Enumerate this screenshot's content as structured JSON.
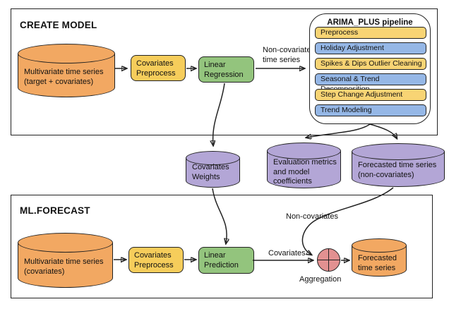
{
  "colors": {
    "orange": "#F2A862",
    "yellow": "#F6CD5B",
    "yellowrow": "#F8D474",
    "green": "#93C47D",
    "purple": "#B3A6D6",
    "blue": "#95B7E6",
    "red": "#E29191"
  },
  "create_model": {
    "title": "CREATE MODEL",
    "input_db": "Multivariate time series\n(target + covariates)",
    "preprocess": "Covariates\nPreprocess",
    "regression": "Linear\nRegression",
    "arrow_label": "Non-covariates\ntime series",
    "pipeline": {
      "title": "ARIMA_PLUS pipeline",
      "steps": [
        {
          "label": "Preprocess",
          "color": "yellow"
        },
        {
          "label": "Holiday Adjustment",
          "color": "blue"
        },
        {
          "label": "Spikes & Dips Outlier Cleaning",
          "color": "yellow"
        },
        {
          "label": "Seasonal & Trend Decomposition",
          "color": "blue"
        },
        {
          "label": "Step Change Adjustment",
          "color": "yellow"
        },
        {
          "label": "Trend Modeling",
          "color": "blue"
        }
      ]
    }
  },
  "outputs": {
    "covariates_weights": "Covariates\nWeights",
    "evaluation": "Evaluation metrics\nand model\ncoefficients",
    "forecast_noncov": "Forecasted time series\n(non-covariates)"
  },
  "ml_forecast": {
    "title": "ML.FORECAST",
    "input_db": "Multivariate time series\n(covariates)",
    "preprocess": "Covariates\nPreprocess",
    "prediction": "Linear\nPrediction",
    "covariates_label": "Covariates",
    "noncovariates_label": "Non-covariates",
    "aggregation_label": "Aggregation",
    "output_db": "Forecasted\ntime series"
  }
}
